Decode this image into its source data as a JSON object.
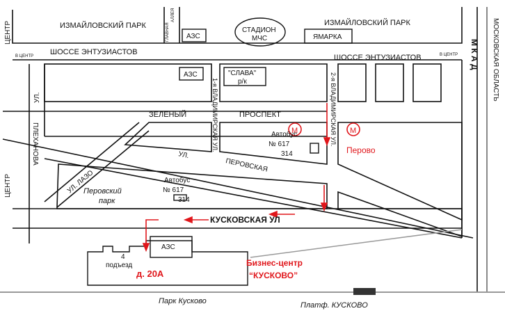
{
  "labels": {
    "izmailovsky_park_left": "ИЗМАЙЛОВСКИЙ ПАРК",
    "izmailovsky_park_right": "ИЗМАЙЛОВСКИЙ ПАРК",
    "glavnaya_alleya_1": "ГЛАВНАЯ",
    "glavnaya_alleya_2": "АЛЛЕЯ",
    "azs_top": "АЗС",
    "stadium_1": "СТАДИОН",
    "stadium_2": "МЧС",
    "yarmarka": "ЯМАРКА",
    "centr_left_top": "ЦЕНТР",
    "v_centr_left": "В ЦЕНТР",
    "v_centr_right": "В ЦЕНТР",
    "shosse_left": "ШОССЕ ЭНТУЗИАСТОВ",
    "shosse_right": "ШОССЕ ЭНТУЗИАСТОВ",
    "mkad": "М К А Д",
    "moskovskaya_oblast": "МОСКОВСКАЯ ОБЛАСТЬ",
    "azs_mid": "АЗС",
    "slava_1": "\"СЛАВА\"",
    "slava_2": "р/к",
    "vladimirskaya_1": "1-я ВЛАДИМИРСКАЯ УЛ.",
    "vladimirskaya_2": "2-я ВЛАДИМИРСКАЯ УЛ.",
    "ul_left": "УЛ.",
    "plekhanova": "ПЛЕХАНОВА",
    "zeleny": "ЗЕЛЕНЫЙ",
    "prospekt": "ПРОСПЕКТ",
    "metro_m1": "М",
    "metro_m2": "М",
    "perovo": "Перово",
    "bus1_1": "Автобус",
    "bus1_2": "№ 617",
    "bus1_3": "314",
    "ul_perovskaya_ul": "УЛ.",
    "ul_perovskaya": "ПЕРОВСКАЯ",
    "ul_lazo": "УЛ. ЛАЗО",
    "centr_left_bottom": "ЦЕНТР",
    "perovsky_park_1": "Перовский",
    "perovsky_park_2": "парк",
    "bus2_1": "Автобус",
    "bus2_2": "№ 617",
    "bus2_3": "314",
    "kuskovskaya": "КУСКОВСКАЯ УЛ",
    "azs_bottom": "АЗС",
    "entrance_1": "4",
    "entrance_2": "подъезд",
    "building_number": "д. 20А",
    "business_center_1": "Бизнес-центр",
    "business_center_2": "“КУСКОВО”",
    "park_kuskovo": "Парк Кусково",
    "platform_kuskovo": "Платф. КУСКОВО"
  },
  "colors": {
    "ink": "#111111",
    "accent_red": "#e0161b",
    "rail_gray": "#999999"
  }
}
